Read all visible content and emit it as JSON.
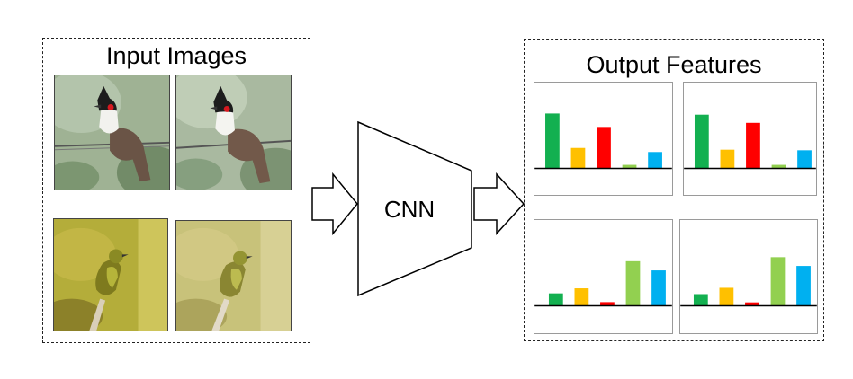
{
  "input_panel": {
    "title": "Input Images",
    "images": [
      {
        "subject": "red-whiskered bulbul on wire",
        "variant": "original"
      },
      {
        "subject": "red-whiskered bulbul on wire",
        "variant": "augmented"
      },
      {
        "subject": "small olive bird on branch",
        "variant": "original"
      },
      {
        "subject": "small olive bird on branch",
        "variant": "augmented"
      }
    ]
  },
  "model": {
    "label": "CNN"
  },
  "output_panel": {
    "title": "Output Features",
    "colors": [
      "#13b050",
      "#ffc000",
      "#ff0000",
      "#92d050",
      "#00b0f0"
    ]
  },
  "chart_data": [
    {
      "type": "bar",
      "values": [
        0.94,
        0.35,
        0.71,
        0.06,
        0.28
      ]
    },
    {
      "type": "bar",
      "values": [
        0.92,
        0.32,
        0.78,
        0.06,
        0.31
      ]
    },
    {
      "type": "bar",
      "values": [
        0.27,
        0.38,
        0.08,
        0.97,
        0.77
      ]
    },
    {
      "type": "bar",
      "values": [
        0.24,
        0.37,
        0.07,
        1.0,
        0.82
      ]
    }
  ]
}
